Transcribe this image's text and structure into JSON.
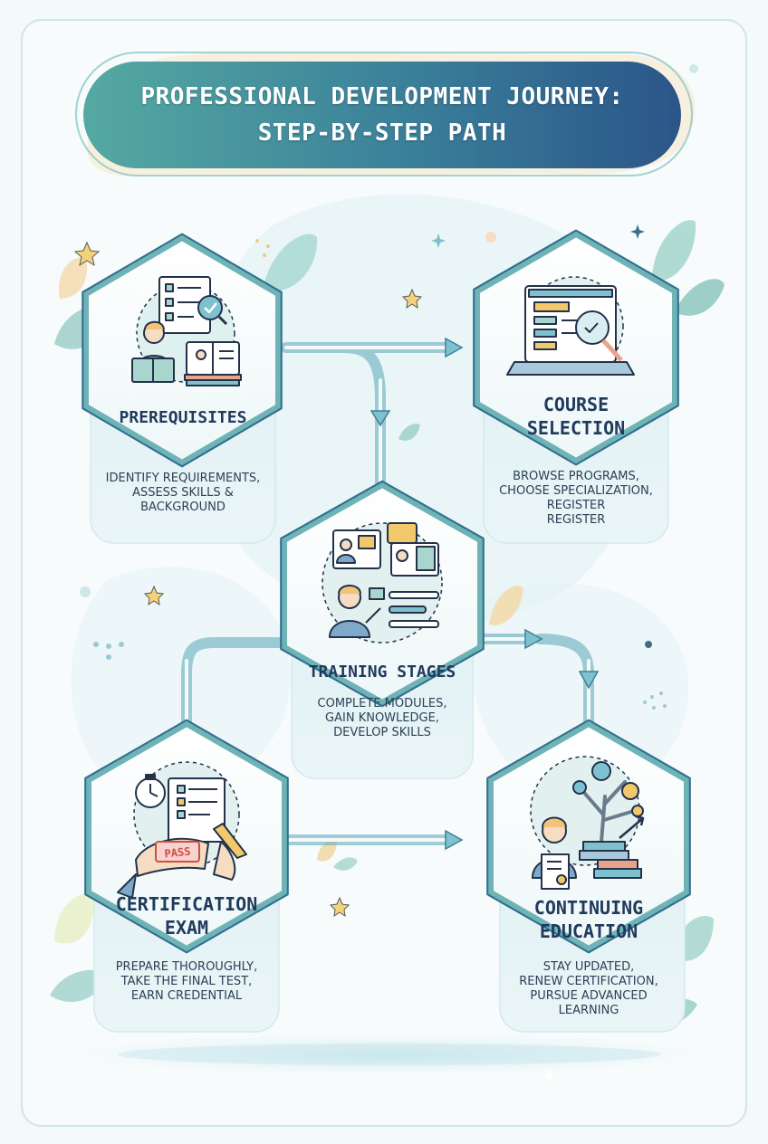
{
  "title": {
    "line1": "PROFESSIONAL DEVELOPMENT JOURNEY:",
    "line2": "STEP-BY-STEP PATH"
  },
  "steps": [
    {
      "id": "prerequisites",
      "title_lines": [
        "PREREQUISITES"
      ],
      "desc_lines": [
        "IDENTIFY REQUIREMENTS,",
        "ASSESS SKILLS &",
        "BACKGROUND"
      ]
    },
    {
      "id": "course-selection",
      "title_lines": [
        "COURSE",
        "SELECTION"
      ],
      "desc_lines": [
        "BROWSE PROGRAMS,",
        "CHOOSE SPECIALIZATION,",
        "REGISTER",
        "REGISTER"
      ]
    },
    {
      "id": "training-stages",
      "title_lines": [
        "TRAINING STAGES"
      ],
      "desc_lines": [
        "COMPLETE MODULES,",
        "GAIN KNOWLEDGE,",
        "DEVELOP SKILLS"
      ]
    },
    {
      "id": "certification-exam",
      "title_lines": [
        "CERTIFICATION",
        "EXAM"
      ],
      "desc_lines": [
        "PREPARE THOROUGHLY,",
        "TAKE THE FINAL TEST,",
        "EARN CREDENTIAL"
      ]
    },
    {
      "id": "continuing-education",
      "title_lines": [
        "CONTINUING",
        "EDUCATION"
      ],
      "desc_lines": [
        "STAY UPDATED,",
        "RENEW CERTIFICATION,",
        "PURSUE ADVANCED",
        "LEARNING"
      ]
    }
  ],
  "icons": {
    "prerequisites": "checklist-reader-books-icon",
    "course_selection": "laptop-course-search-icon",
    "training_stages": "online-training-presenter-icon",
    "certification_exam": "pass-exam-certificate-icon",
    "continuing_education": "growth-tree-learner-icon"
  },
  "badge": "PASS",
  "colors": {
    "title_start": "#4fa3a0",
    "title_end": "#2c5a8c",
    "hex_border": "#3e8f9a",
    "arrow": "#5aa7b8",
    "text": "#1f3a5c"
  }
}
